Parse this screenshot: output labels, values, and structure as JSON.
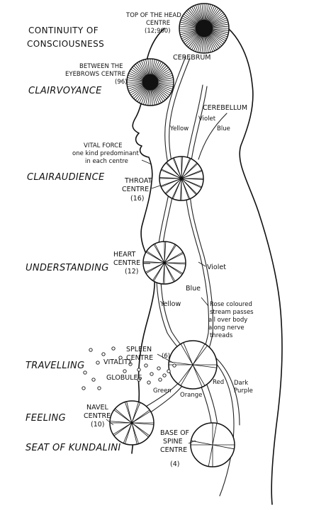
{
  "heading": {
    "line1": "CONTINUITY OF",
    "line2": "CONSCIOUSNESS"
  },
  "faculties": {
    "clairvoyance": "CLAIRVOYANCE",
    "clairaudience": "CLAIRAUDIENCE",
    "understanding": "UNDERSTANDING",
    "travelling": "TRAVELLING",
    "feeling": "FEELING",
    "kundalini": "SEAT OF KUNDALINI"
  },
  "centres": {
    "crown": {
      "line1": "TOP OF THE HEAD",
      "line2": "CENTRE",
      "petals": "(12;960)"
    },
    "brow": {
      "line1": "BETWEEN THE",
      "line2": "EYEBROWS CENTRE",
      "petals": "(96)"
    },
    "throat": {
      "line1": "THROAT",
      "line2": "CENTRE",
      "petals": "(16)"
    },
    "heart": {
      "line1": "HEART",
      "line2": "CENTRE",
      "petals": "(12)"
    },
    "spleen": {
      "line1": "SPLEEN",
      "line2": "CENTRE",
      "petals": "(6)"
    },
    "navel": {
      "line1": "NAVEL",
      "line2": "CENTRE",
      "petals": "(10)"
    },
    "base": {
      "line1": "BASE OF",
      "line2": "SPINE",
      "line3": "CENTRE",
      "petals": "(4)"
    }
  },
  "brain": {
    "cerebrum": "CEREBRUM",
    "cerebellum": "CEREBELLUM"
  },
  "vital_force": {
    "line1": "VITAL FORCE",
    "line2": "one kind predominant",
    "line3": "in each centre"
  },
  "vitality": {
    "line1": "VITALITY",
    "line2": "GLOBULES"
  },
  "streams": {
    "yellow_upper": "Yellow",
    "violet_upper": "Violet",
    "blue_upper": "Blue",
    "violet_lower": "Violet",
    "blue_lower": "Blue",
    "yellow_lower": "Yellow",
    "rose": [
      "Rose coloured",
      "stream passes",
      "all over body",
      "along nerve",
      "threads"
    ],
    "green": "Green",
    "orange": "Orange",
    "red": "Red",
    "dark_purple": [
      "Dark",
      "Purple"
    ]
  }
}
